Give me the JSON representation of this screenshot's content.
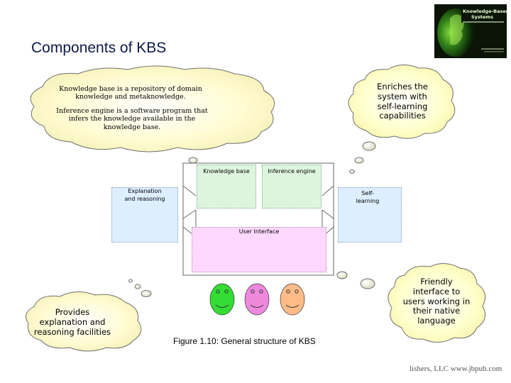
{
  "slide_title": "Components of KBS",
  "book_cover": {
    "title_line1": "Knowledge-Based",
    "title_line2": "Systems"
  },
  "thought_clouds": {
    "knowledge_base_note": "Knowledge base is a repository of domain knowledge and metaknowledge.",
    "inference_engine_note": "Inference engine is a software program that infers the knowledge available in the knowledge base.",
    "self_learning_note": "Enriches the system with self-learning capabilities",
    "explanation_note": "Provides explanation and reasoning facilities",
    "interface_note": "Friendly interface to users working in their native language"
  },
  "diagram_boxes": {
    "knowledge_base": "Knowledge base",
    "inference_engine": "Inference engine",
    "explanation": "Explanation and reasoning",
    "self_learning": "Self-learning",
    "user_interface": "User Interface"
  },
  "users": [
    {
      "color": "#33dd33"
    },
    {
      "color": "#ee88dd"
    },
    {
      "color": "#ffbb88"
    }
  ],
  "caption": "Figure 1.10: General structure of KBS",
  "footer": "lishers, LLC www.jbpub.com",
  "colors": {
    "cloud_fill": "#ffffcc",
    "cloud_fill_left": "#fffcc8",
    "box_green": "#ddf5dd",
    "box_blue": "#ddeeff",
    "box_pink": "#ffd8ff",
    "title": "#0b1a4a"
  }
}
